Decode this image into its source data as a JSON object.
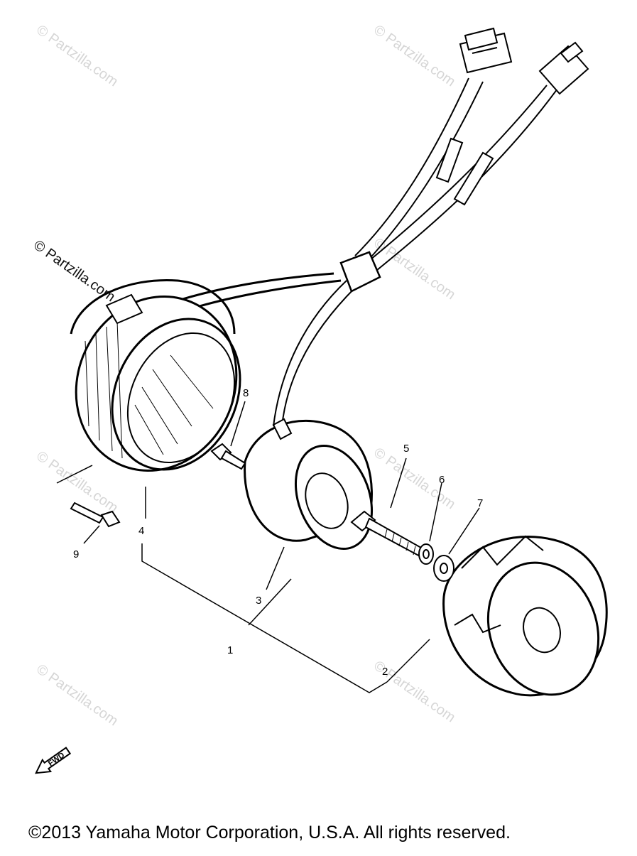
{
  "callouts": {
    "c1": "1",
    "c2": "2",
    "c3": "3",
    "c4": "4",
    "c5": "5",
    "c6": "6",
    "c7": "7",
    "c8": "8",
    "c9": "9"
  },
  "watermark": "© Partzilla.com",
  "watermark_bold": "© Partzilla.com",
  "fwd_label": "FWD",
  "copyright": "©2013 Yamaha Motor Corporation, U.S.A. All rights reserved."
}
